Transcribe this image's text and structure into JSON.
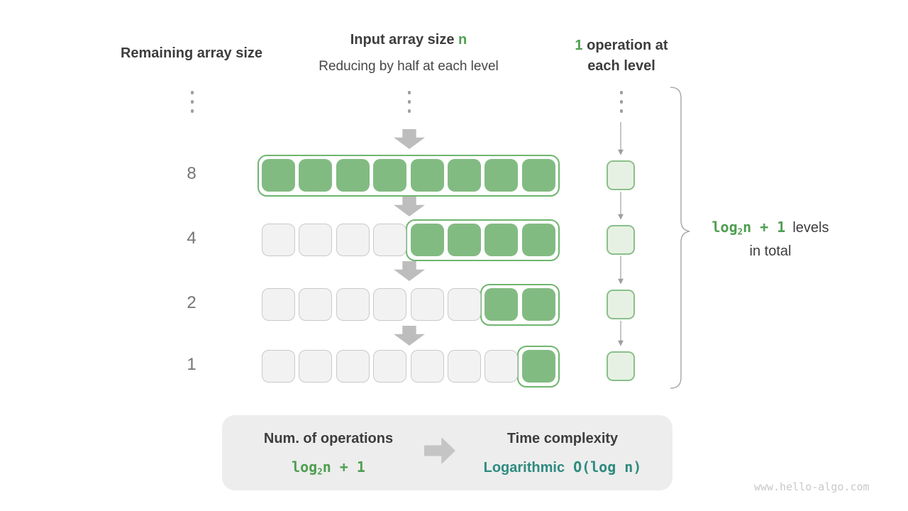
{
  "header": {
    "left_title": "Remaining array size",
    "center_title_text": "Input array size ",
    "center_title_highlight": "n",
    "center_subtitle": "Reducing by half at each level",
    "right_highlight": "1",
    "right_line1": " operation at",
    "right_line2": "each level"
  },
  "left_axis": {
    "values": [
      "8",
      "4",
      "2",
      "1"
    ]
  },
  "diagram": {
    "rows": [
      {
        "size": 8,
        "cells_total": 8,
        "active_start": 0,
        "active_count": 8
      },
      {
        "size": 4,
        "cells_total": 8,
        "active_start": 4,
        "active_count": 4
      },
      {
        "size": 2,
        "cells_total": 8,
        "active_start": 6,
        "active_count": 2
      },
      {
        "size": 1,
        "cells_total": 8,
        "active_start": 7,
        "active_count": 1
      }
    ],
    "operations_per_level": 1
  },
  "brace": {
    "formula_fn": "log",
    "formula_sub": "2",
    "formula_tail": "n + 1",
    "label_line1": "levels",
    "label_line2": "in total"
  },
  "summary": {
    "left_title": "Num. of operations",
    "left_formula_fn": "log",
    "left_formula_sub": "2",
    "left_formula_tail": "n + 1",
    "right_title": "Time complexity",
    "right_word": "Logarithmic",
    "right_formula": "O(log n)"
  },
  "watermark": "www.hello-algo.com",
  "colors": {
    "accent_green_text": "#4e9f50",
    "teal_text": "#2e8b7f",
    "cell_green": "#82bb82",
    "cell_gray": "#f2f2f2",
    "container_border": "#6fb56f",
    "op_box_fill": "#e7f1e3",
    "op_box_border": "#8abf8a",
    "arrow_gray": "#bdbdbd",
    "panel_bg": "#ededed"
  }
}
